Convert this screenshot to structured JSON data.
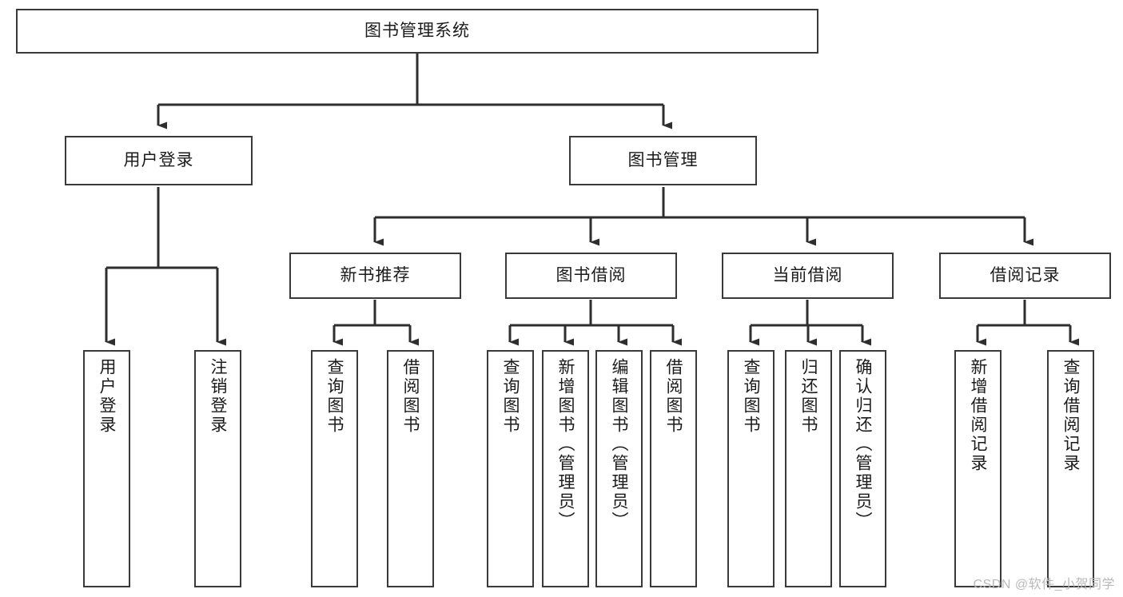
{
  "diagram": {
    "type": "tree-hierarchy",
    "title": "图书管理系统",
    "watermark": "CSDN @软件_小贺同学",
    "colors": {
      "box_border": "#3a3a3a",
      "box_fill": "#ffffff",
      "connector": "#2e2e2e",
      "text": "#1b1b1b",
      "watermark": "#b9b9b9"
    },
    "levels": {
      "root": {
        "label": "图书管理系统"
      },
      "level2": [
        {
          "label": "用户登录"
        },
        {
          "label": "图书管理"
        }
      ],
      "level3": [
        {
          "label": "新书推荐"
        },
        {
          "label": "图书借阅"
        },
        {
          "label": "当前借阅"
        },
        {
          "label": "借阅记录"
        }
      ],
      "leaves": {
        "user_login": [
          {
            "label": "用户登录"
          },
          {
            "label": "注销登录"
          }
        ],
        "new_book": [
          {
            "label": "查询图书"
          },
          {
            "label": "借阅图书"
          }
        ],
        "book_borrow": [
          {
            "label": "查询图书"
          },
          {
            "label": "新增图书（管理员）"
          },
          {
            "label": "编辑图书（管理员）"
          },
          {
            "label": "借阅图书"
          }
        ],
        "current_borrow": [
          {
            "label": "查询图书"
          },
          {
            "label": "归还图书"
          },
          {
            "label": "确认归还（管理员）"
          }
        ],
        "borrow_record": [
          {
            "label": "新增借阅记录"
          },
          {
            "label": "查询借阅记录"
          }
        ]
      }
    }
  }
}
